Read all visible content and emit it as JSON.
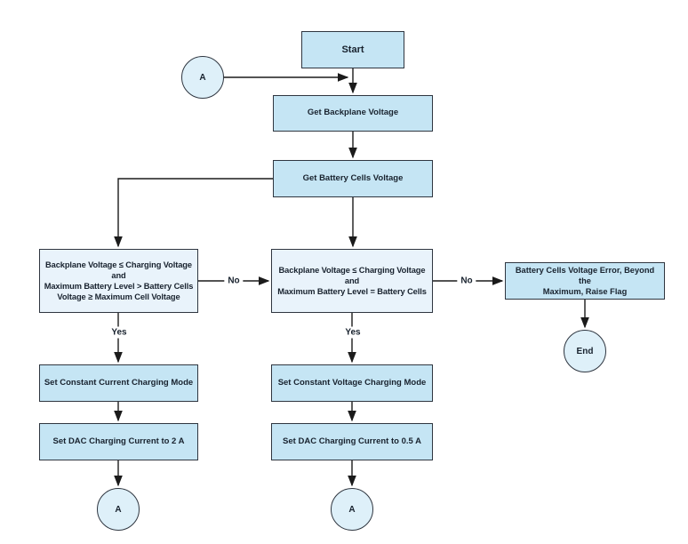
{
  "labels": {
    "yes": "Yes",
    "no": "No"
  },
  "nodes": {
    "start": {
      "label": "Start"
    },
    "connector_a_top": {
      "label": "A"
    },
    "get_backplane_voltage": {
      "label": "Get Backplane Voltage"
    },
    "get_battery_cells_voltage": {
      "label": "Get Battery Cells Voltage"
    },
    "decision_constant_current": {
      "label": "Backplane Voltage ≤ Charging Voltage\nand\nMaximum Battery Level > Battery Cells\nVoltage ≥ Maximum Cell Voltage"
    },
    "decision_constant_voltage": {
      "label": "Backplane Voltage ≤ Charging Voltage\nand\nMaximum Battery Level = Battery Cells"
    },
    "error_flag": {
      "label": "Battery Cells Voltage Error, Beyond the\nMaximum, Raise Flag"
    },
    "set_constant_current_mode": {
      "label": "Set Constant Current Charging Mode"
    },
    "set_dac_2a": {
      "label": "Set DAC Charging Current to 2 A"
    },
    "set_constant_voltage_mode": {
      "label": "Set Constant Voltage Charging Mode"
    },
    "set_dac_05a": {
      "label": "Set DAC Charging Current to 0.5 A"
    },
    "connector_a_left": {
      "label": "A"
    },
    "connector_a_mid": {
      "label": "A"
    },
    "end": {
      "label": "End"
    }
  },
  "colors": {
    "process_fill": "#c5e5f4",
    "decision_fill": "#e9f3fb",
    "connector_fill": "#def0f9",
    "border": "#2f3640",
    "line": "#1b1b1b",
    "text": "#18222e",
    "background": "#ffffff"
  }
}
